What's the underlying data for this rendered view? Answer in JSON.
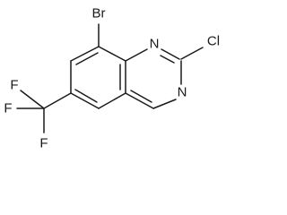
{
  "molecule": {
    "atom_labels": {
      "bromine": "Br",
      "chlorine": "Cl",
      "nitrogen_top": "N",
      "nitrogen_bottom": "N",
      "fluorine_top": "F",
      "fluorine_left": "F",
      "fluorine_bottom": "F"
    }
  }
}
